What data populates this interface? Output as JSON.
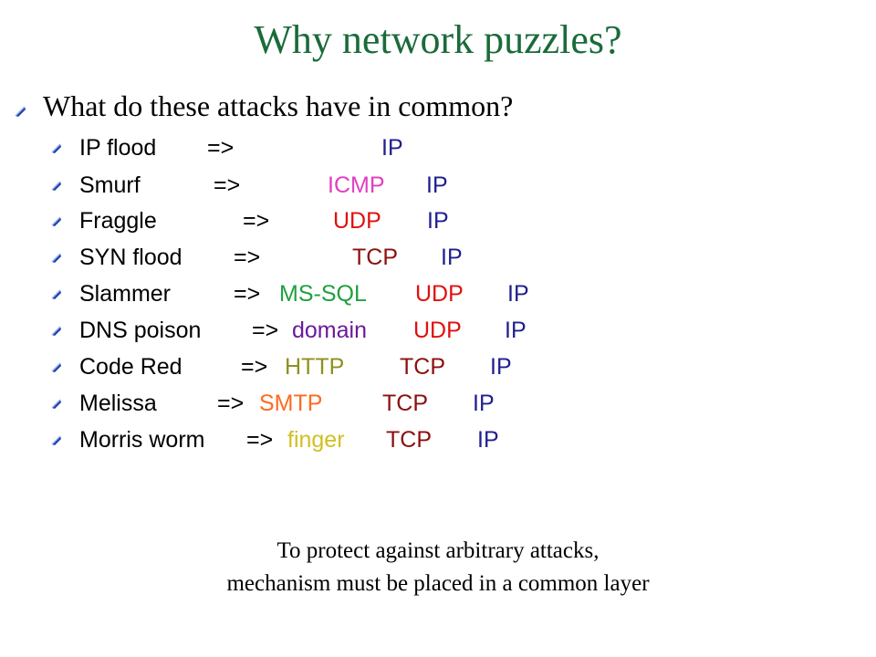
{
  "slide": {
    "title": "Why network puzzles?",
    "question": "What do these attacks have in common?",
    "conclusion": [
      "To protect against arbitrary attacks,",
      "mechanism must be placed in a common layer"
    ]
  },
  "colors": {
    "title": "#1a6b3a",
    "text": "#000000",
    "ip": "#1f1f8f",
    "icmp": "#e040c0",
    "udp": "#e01010",
    "tcp": "#8b1010",
    "ms_sql": "#20a040",
    "domain": "#6a1a9a",
    "http": "#8f8f20",
    "smtp": "#ff6a20",
    "finger": "#d0c020",
    "bullet": "#2040a0"
  },
  "attacks": [
    {
      "name": "IP flood",
      "arrow": "=>",
      "protocols": [
        "IP"
      ]
    },
    {
      "name": "Smurf",
      "arrow": "=>",
      "protocols": [
        "ICMP",
        "IP"
      ]
    },
    {
      "name": "Fraggle",
      "arrow": "=>",
      "protocols": [
        "UDP",
        "IP"
      ]
    },
    {
      "name": "SYN flood",
      "arrow": "=>",
      "protocols": [
        "TCP",
        "IP"
      ]
    },
    {
      "name": "Slammer",
      "arrow": "=>",
      "protocols": [
        "MS-SQL",
        "UDP",
        "IP"
      ]
    },
    {
      "name": "DNS poison",
      "arrow": "=>",
      "protocols": [
        "domain",
        "UDP",
        "IP"
      ]
    },
    {
      "name": "Code Red",
      "arrow": "=>",
      "protocols": [
        "HTTP",
        "TCP",
        "IP"
      ]
    },
    {
      "name": "Melissa",
      "arrow": "=>",
      "protocols": [
        "SMTP",
        "TCP",
        "IP"
      ]
    },
    {
      "name": "Morris worm",
      "arrow": "=>",
      "protocols": [
        "finger",
        "TCP",
        "IP"
      ]
    }
  ],
  "icons": {
    "main_bullet": "bullet-icon",
    "sub_bullet": "bullet-icon"
  }
}
